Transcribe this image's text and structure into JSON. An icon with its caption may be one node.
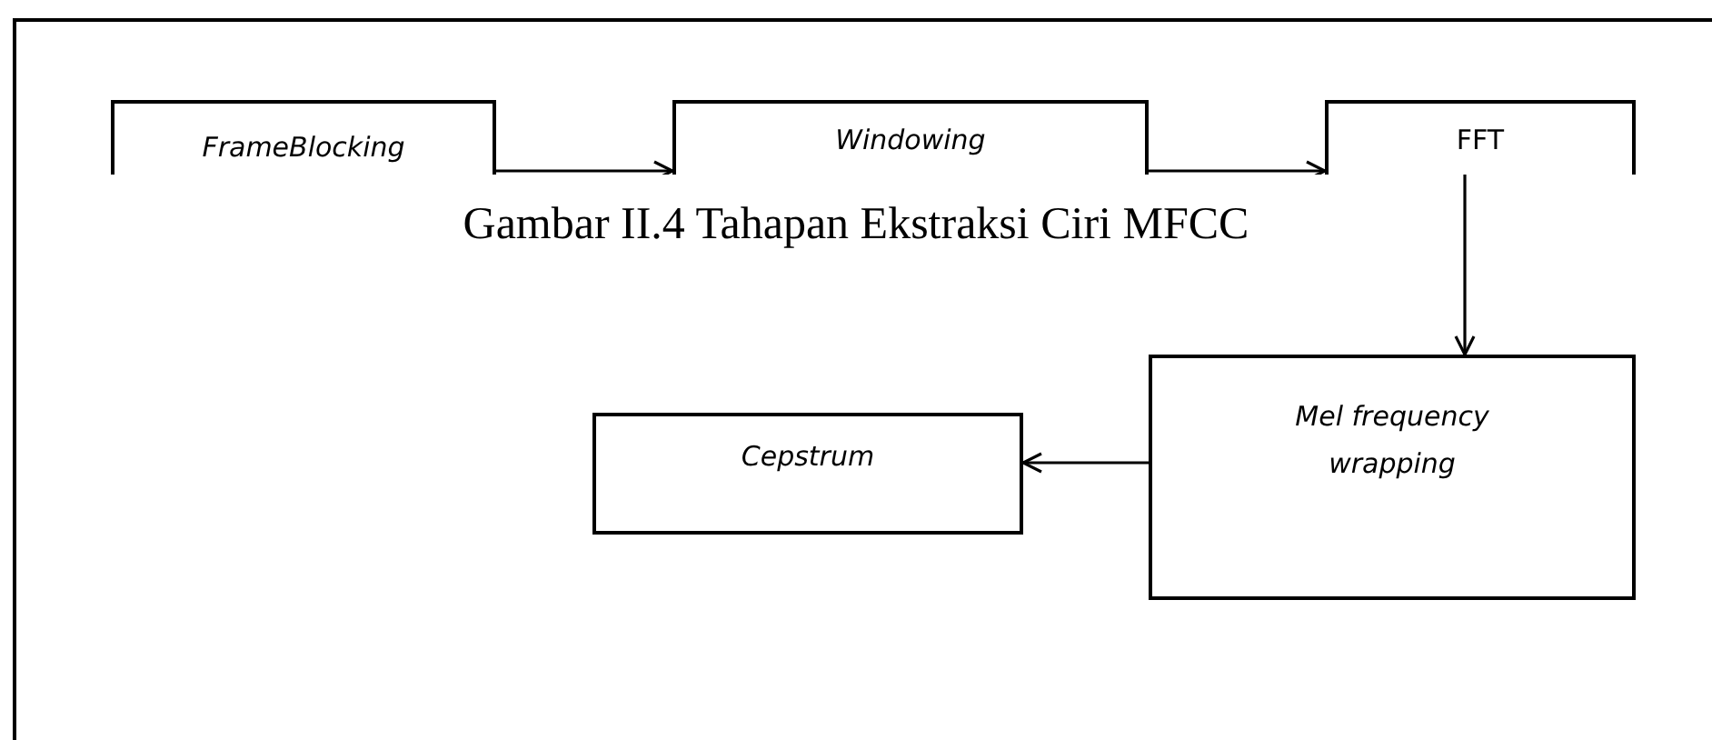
{
  "diagram": {
    "caption": "Gambar II.4 Tahapan Ekstraksi Ciri MFCC",
    "nodes": [
      {
        "text": [
          "FrameBlocking"
        ]
      },
      {
        "text": [
          "Windowing"
        ]
      },
      {
        "text": [
          "FFT"
        ]
      },
      {
        "text": [
          "Mel frequency wrapping"
        ]
      },
      {
        "text": [
          "Cepstrum"
        ]
      }
    ],
    "edges": [
      {
        "from": 0,
        "to": 1,
        "arrow": "to"
      },
      {
        "from": 1,
        "to": 2,
        "arrow": "to"
      },
      {
        "from": 2,
        "to": 3,
        "arrow": "to"
      },
      {
        "from": 3,
        "to": 4,
        "arrow": "to"
      }
    ]
  }
}
